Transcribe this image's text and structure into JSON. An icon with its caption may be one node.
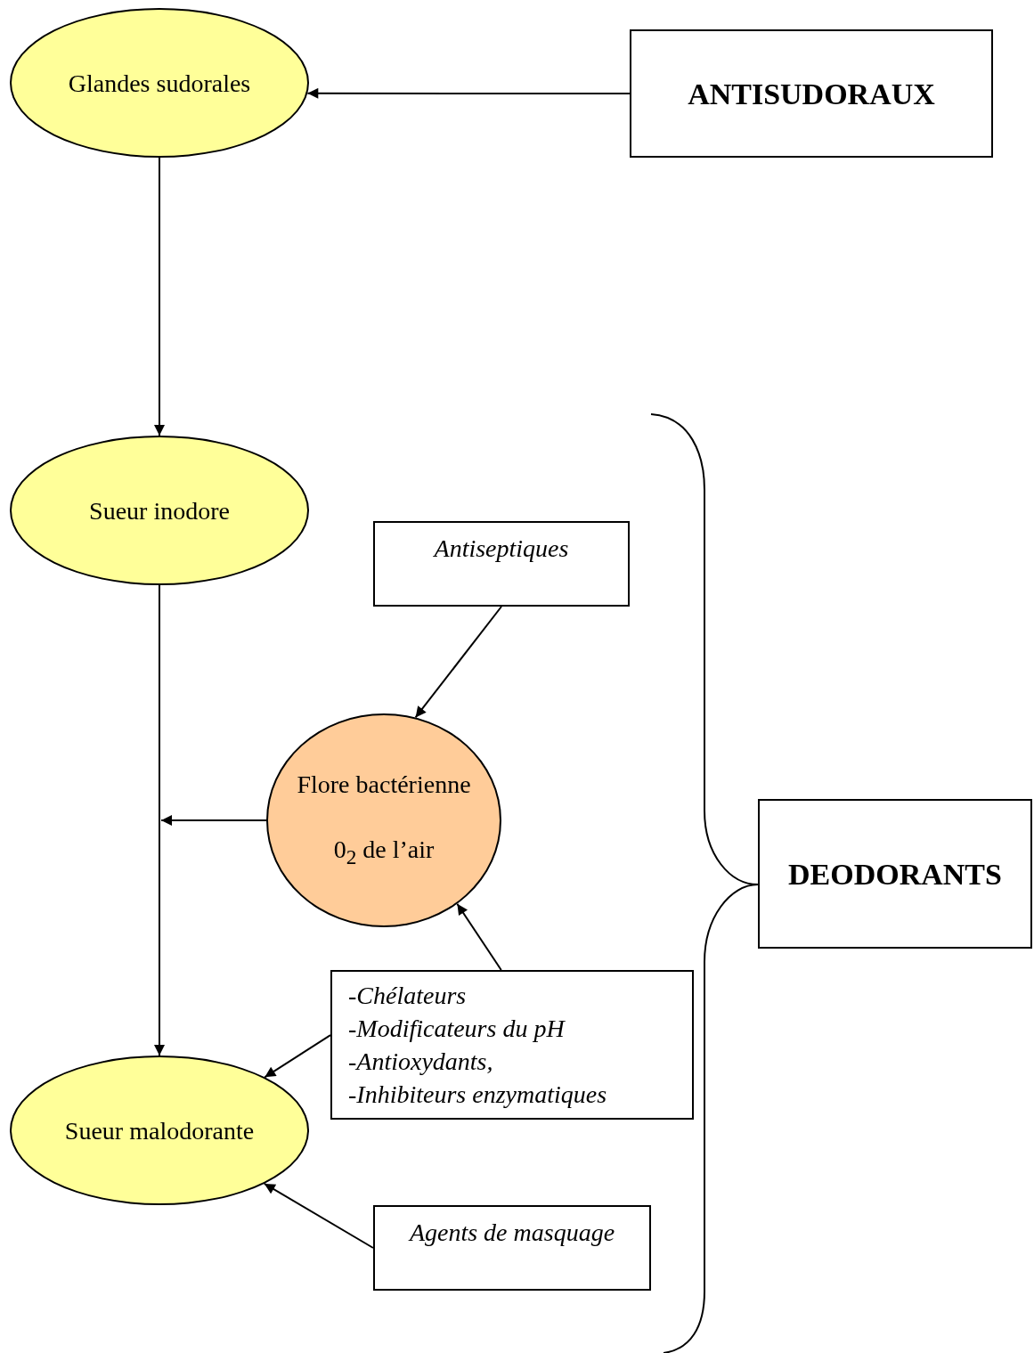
{
  "diagram": {
    "nodes": [
      {
        "text": [
          "Glandes sudorales"
        ]
      },
      {
        "text": [
          "ANTISUDORAUX"
        ]
      },
      {
        "text": [
          "Sueur inodore"
        ]
      },
      {
        "text": [
          "Antiseptiques"
        ]
      },
      {
        "text": [
          "Flore bactérienne",
          "0$_{2}$ de l’air"
        ]
      },
      {
        "text": [
          "-Chélateurs",
          "-Modificateurs du pH",
          "-Antioxydants,",
          "-Inhibiteurs enzymatiques"
        ]
      },
      {
        "text": [
          "Sueur malodorante"
        ]
      },
      {
        "text": [
          "Agents de masquage"
        ]
      },
      {
        "text": [
          "DEODORANTS"
        ]
      }
    ],
    "edges": [
      {
        "from": 1,
        "to": 0,
        "arrow": "to"
      },
      {
        "from": 0,
        "to": 2,
        "arrow": "to"
      },
      {
        "from": 2,
        "to": 6,
        "arrow": "to"
      },
      {
        "from": 4,
        "to": null,
        "arrow": "to"
      },
      {
        "from": 3,
        "to": 4,
        "arrow": "to"
      },
      {
        "from": 5,
        "to": 4,
        "arrow": "to"
      },
      {
        "from": 5,
        "to": 6,
        "arrow": "to"
      },
      {
        "from": 7,
        "to": 6,
        "arrow": "to"
      }
    ]
  }
}
